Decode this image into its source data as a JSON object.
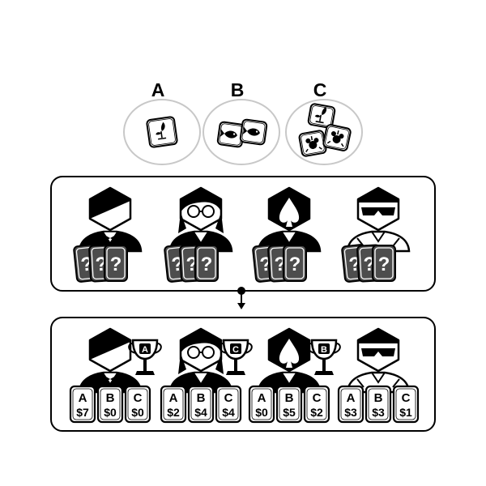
{
  "items": [
    {
      "label": "A",
      "icon": "plant-sprout-icon",
      "count": 1
    },
    {
      "label": "B",
      "icon": "fish-icon",
      "count": 2
    },
    {
      "label": "C",
      "icon": "mixed-items-icon",
      "count": 3
    }
  ],
  "players": [
    {
      "name": "half-black-face",
      "hidden_card_text": "?",
      "hidden_cards": 3
    },
    {
      "name": "glasses-face",
      "hidden_card_text": "?",
      "hidden_cards": 3
    },
    {
      "name": "spade-face",
      "hidden_card_text": "?",
      "hidden_cards": 3
    },
    {
      "name": "sunglasses-face",
      "hidden_card_text": "?",
      "hidden_cards": 3
    }
  ],
  "results": [
    {
      "trophy": "A",
      "bids": [
        {
          "item": "A",
          "value": "$7"
        },
        {
          "item": "B",
          "value": "$0"
        },
        {
          "item": "C",
          "value": "$0"
        }
      ]
    },
    {
      "trophy": "C",
      "bids": [
        {
          "item": "A",
          "value": "$2"
        },
        {
          "item": "B",
          "value": "$4"
        },
        {
          "item": "C",
          "value": "$4"
        }
      ]
    },
    {
      "trophy": "B",
      "bids": [
        {
          "item": "A",
          "value": "$0"
        },
        {
          "item": "B",
          "value": "$5"
        },
        {
          "item": "C",
          "value": "$2"
        }
      ]
    },
    {
      "trophy": "",
      "bids": [
        {
          "item": "A",
          "value": "$3"
        },
        {
          "item": "B",
          "value": "$3"
        },
        {
          "item": "C",
          "value": "$1"
        }
      ]
    }
  ]
}
